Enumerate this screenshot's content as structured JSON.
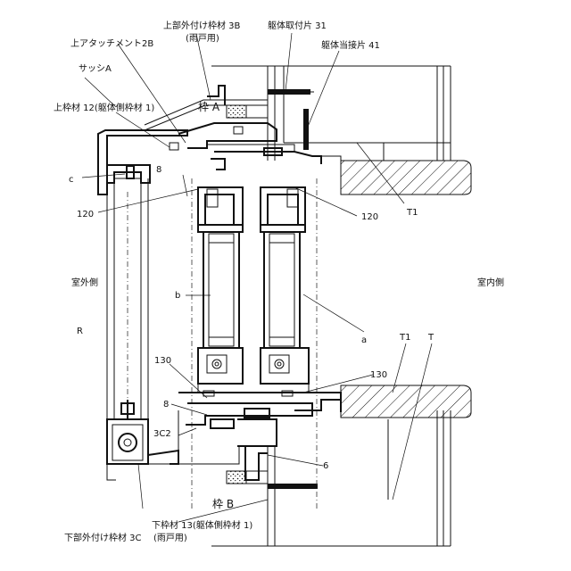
{
  "labels": {
    "sash": "サッシA",
    "upper_attachment": "上アタッチメント2B",
    "upper_outer_frame": "上部外付け枠材 3B",
    "upper_outer_frame_note": "(雨戸用)",
    "body_mount_piece": "躯体取付片 31",
    "body_contact_piece": "躯体当接片 41",
    "upper_frame": "上枠材 12(躯体側枠材 1)",
    "frame_a": "枠 A",
    "num_8_top": "8",
    "c": "c",
    "num_120_left": "120",
    "num_120_right": "120",
    "t1_top": "T1",
    "outdoor": "室外側",
    "indoor": "室内側",
    "b": "b",
    "r": "R",
    "a": "a",
    "t1_mid": "T1",
    "t": "T",
    "num_130_left": "130",
    "num_130_right": "130",
    "num_8_bottom": "8",
    "c2": "3C2",
    "num_6": "6",
    "frame_b": "枠 B",
    "lower_frame": "下枠材 13(躯体側枠材 1)",
    "lower_outer_frame": "下部外付け枠材 3C",
    "lower_outer_frame_note": "(雨戸用)"
  }
}
